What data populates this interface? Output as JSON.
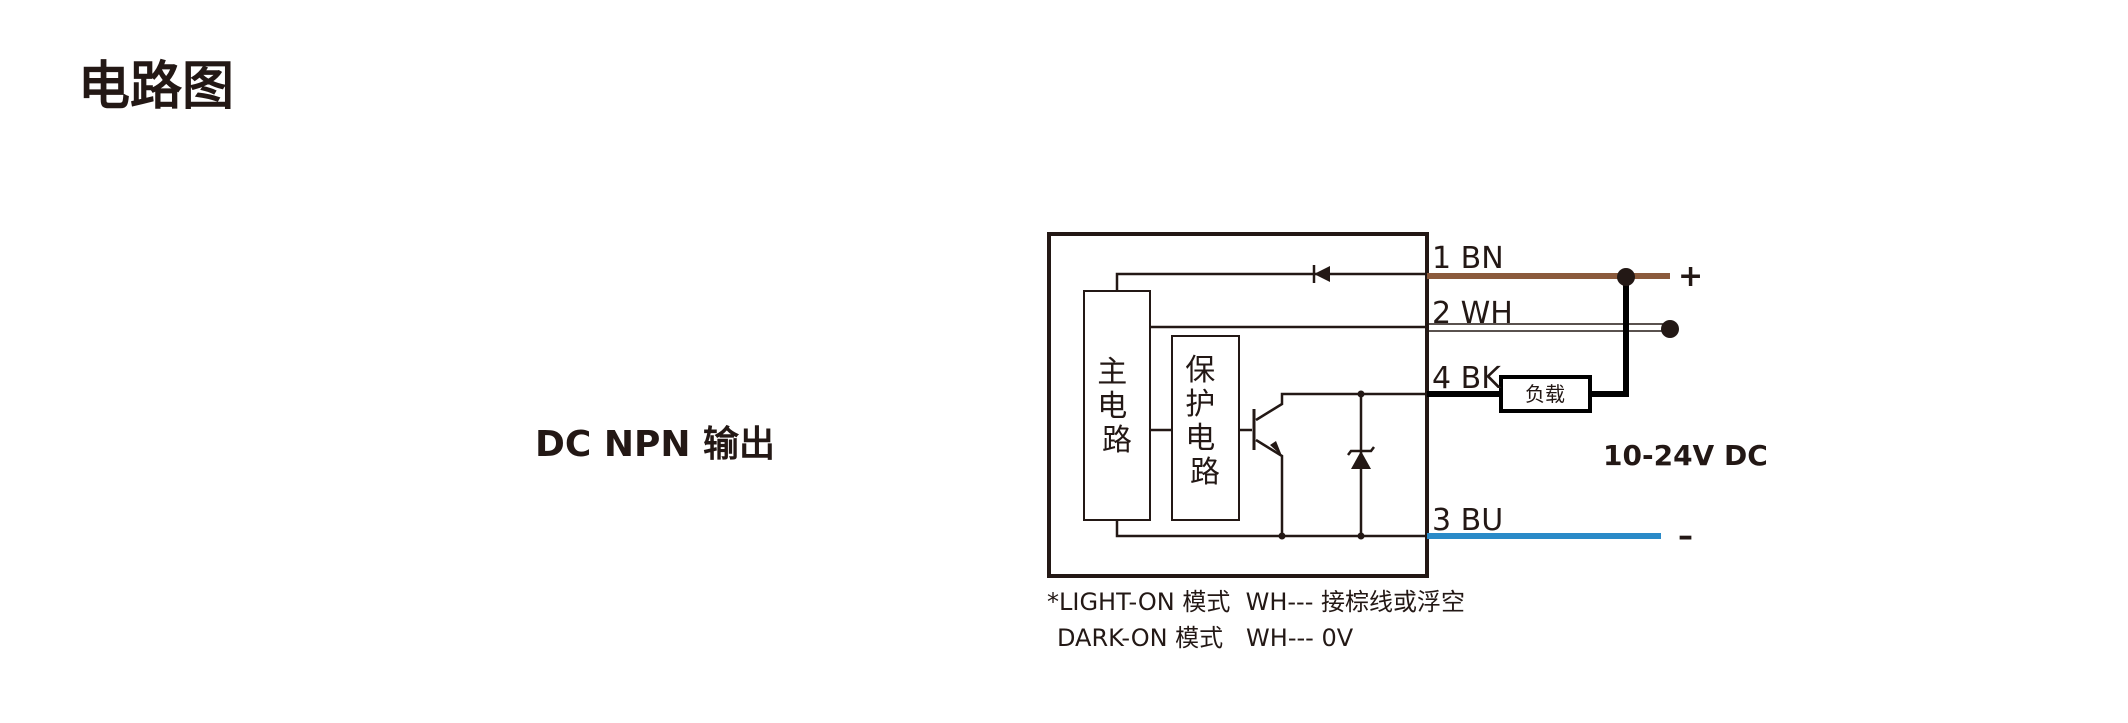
{
  "title": "电路图",
  "output_type": "DC NPN 输出",
  "diagram": {
    "main_circuit": [
      "主",
      "电",
      "路"
    ],
    "protection_circuit": [
      "保",
      "护",
      "电",
      "路"
    ],
    "wires": [
      {
        "label": "1 BN",
        "color": "#8b5a3c",
        "terminal": "+"
      },
      {
        "label": "2 WH",
        "color": "#ffffff"
      },
      {
        "label": "4 BK",
        "color": "#000000"
      },
      {
        "label": "3 BU",
        "color": "#2a8ac8",
        "terminal": "–"
      }
    ],
    "load_label": "负载",
    "supply_label": "10-24V DC"
  },
  "notes": [
    "*LIGHT-ON 模式  WH--- 接棕线或浮空",
    "DARK-ON 模式   WH--- 0V"
  ]
}
